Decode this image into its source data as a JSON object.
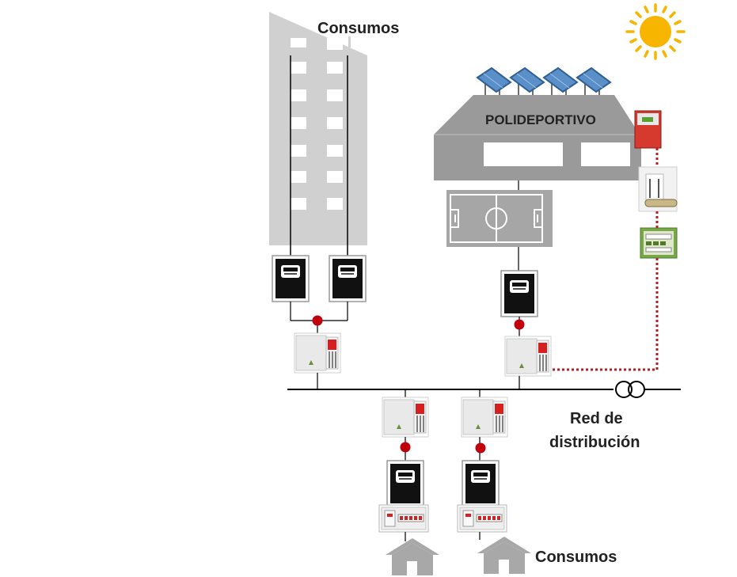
{
  "labels": {
    "building_consumption": "Consumos",
    "sports_center": "POLIDEPORTIVO",
    "distribution_grid_line1": "Red de",
    "distribution_grid_line2": "distribución",
    "homes_consumption": "Consumos"
  },
  "icons": {
    "sun": "sun-icon",
    "solar_panel": "solar-panel-icon",
    "inverter": "inverter-icon",
    "meter": "electricity-meter-icon",
    "protection_box": "protection-box-icon",
    "switchboard": "switchboard-icon",
    "transformer": "transformer-icon",
    "house": "house-icon"
  },
  "colors": {
    "building": "#d0d0d0",
    "sports_center": "#9a9a9a",
    "solar_panel": "#5a8fc8",
    "sun": "#f7b500",
    "connection_dot": "#c0000a",
    "pv_link": "#b22222",
    "line": "#000000"
  }
}
